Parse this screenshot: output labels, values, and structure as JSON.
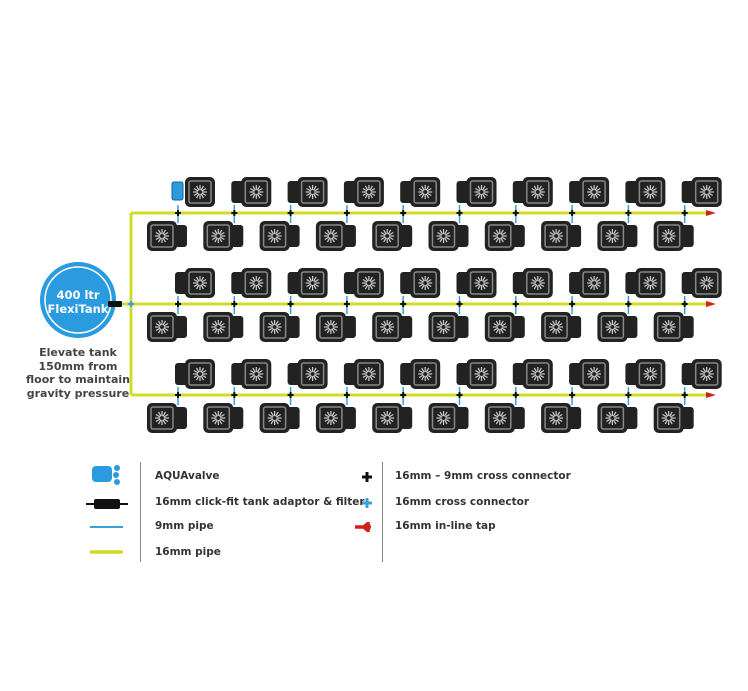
{
  "tank": {
    "line1": "400 ltr",
    "line2": "FlexiTank",
    "note_lines": [
      "Elevate tank",
      "150mm from",
      "floor to maintain",
      "gravity pressure"
    ]
  },
  "layout": {
    "rows": 3,
    "pots_per_upper_row": 10,
    "pots_per_lower_row": 10
  },
  "colors": {
    "tank": "#2b9be0",
    "pipe16": "#cfdc2a",
    "pipe9": "#3aa0d8",
    "pot": "#222222",
    "tap": "#d0221b"
  },
  "legend": {
    "left": [
      {
        "icon": "aquavalve-icon",
        "label": "AQUAvalve"
      },
      {
        "icon": "tank-adaptor-filter-icon",
        "label": "16mm click-fit tank adaptor & filter"
      },
      {
        "icon": "pipe-9mm-icon",
        "label": "9mm pipe"
      },
      {
        "icon": "pipe-16mm-icon",
        "label": "16mm pipe"
      }
    ],
    "right": [
      {
        "icon": "cross-connector-16-9-icon",
        "label": "16mm – 9mm cross connector"
      },
      {
        "icon": "cross-connector-16-icon",
        "label": "16mm cross connector"
      },
      {
        "icon": "inline-tap-icon",
        "label": "16mm in-line tap"
      }
    ]
  }
}
